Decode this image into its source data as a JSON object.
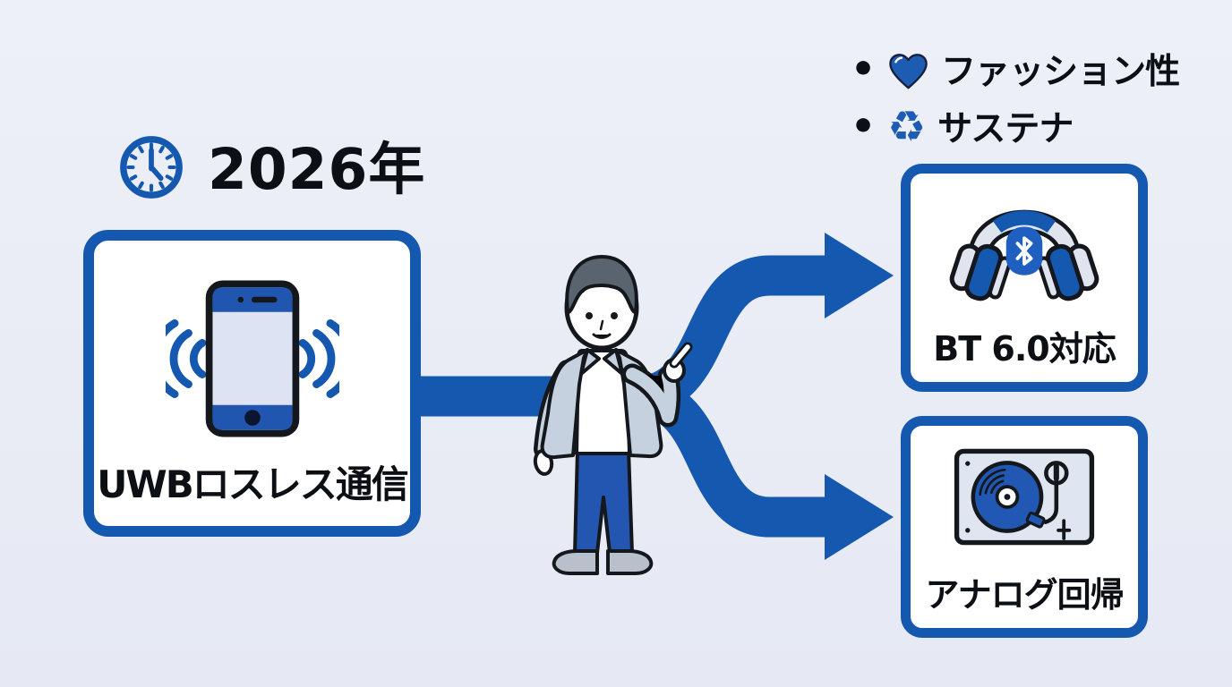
{
  "colors": {
    "background": "#e9ecf5",
    "accent_blue": "#1558b0",
    "badge_blue": "#1e5fc0",
    "outline_black": "#14181d",
    "box_background": "#ffffff"
  },
  "timeline": {
    "year": "2026年",
    "icon": "clock-icon"
  },
  "source_box": {
    "label": "UWBロスレス通信",
    "icon": "smartphone-signal-icon"
  },
  "benefits": [
    {
      "bullet": "•",
      "icon": "heart-icon",
      "label": "ファッション性"
    },
    {
      "bullet": "•",
      "icon": "recycle-icon",
      "glyph": "♻",
      "label": "サステナ"
    }
  ],
  "outcomes": [
    {
      "label": "BT 6.0対応",
      "icon": "bluetooth-headphones-icon"
    },
    {
      "label": "アナログ回帰",
      "icon": "turntable-icon"
    }
  ],
  "flow": {
    "shape": "fork-arrow",
    "from": "source_box",
    "to": [
      "outcomes.0",
      "outcomes.1"
    ]
  },
  "person": "pointing-man-illustration"
}
